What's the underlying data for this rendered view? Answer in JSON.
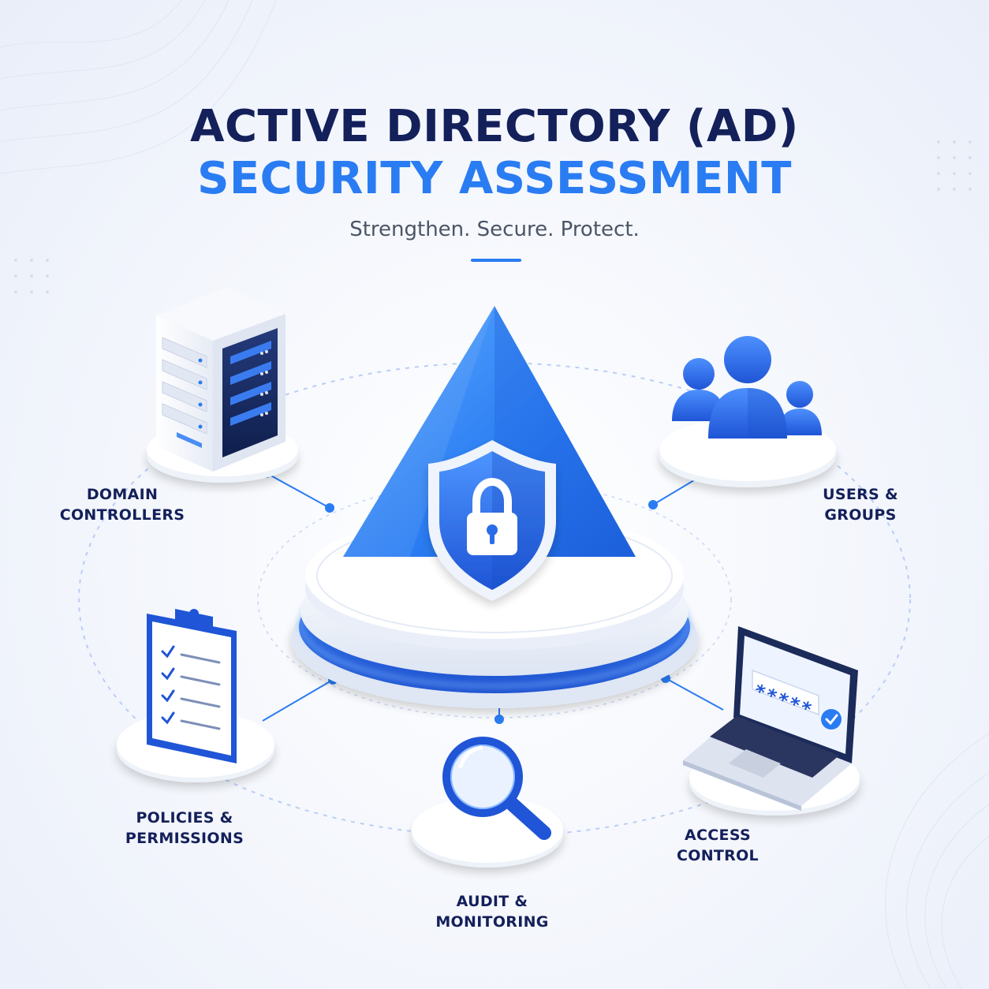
{
  "header": {
    "title_line_1": "ACTIVE DIRECTORY (AD)",
    "title_line_2": "SECURITY ASSESSMENT",
    "tagline": "Strengthen. Secure. Protect."
  },
  "center": {
    "icons": [
      "triangle-icon",
      "shield-icon",
      "padlock-icon"
    ]
  },
  "nodes": {
    "domain_controllers": {
      "line_1": "DOMAIN",
      "line_2": "CONTROLLERS",
      "icon": "server-icon"
    },
    "users_groups": {
      "line_1": "USERS &",
      "line_2": "GROUPS",
      "icon": "users-icon"
    },
    "policies_permissions": {
      "line_1": "POLICIES &",
      "line_2": "PERMISSIONS",
      "icon": "clipboard-checklist-icon"
    },
    "access_control": {
      "line_1": "ACCESS",
      "line_2": "CONTROL",
      "icon": "laptop-password-icon",
      "password_mask": "*****"
    },
    "audit_monitoring": {
      "line_1": "AUDIT &",
      "line_2": "MONITORING",
      "icon": "magnifier-icon"
    }
  },
  "colors": {
    "navy": "#14205a",
    "accent_blue": "#2a7cf2",
    "deep_blue": "#1f55d6",
    "background": "#f4f7fd"
  }
}
